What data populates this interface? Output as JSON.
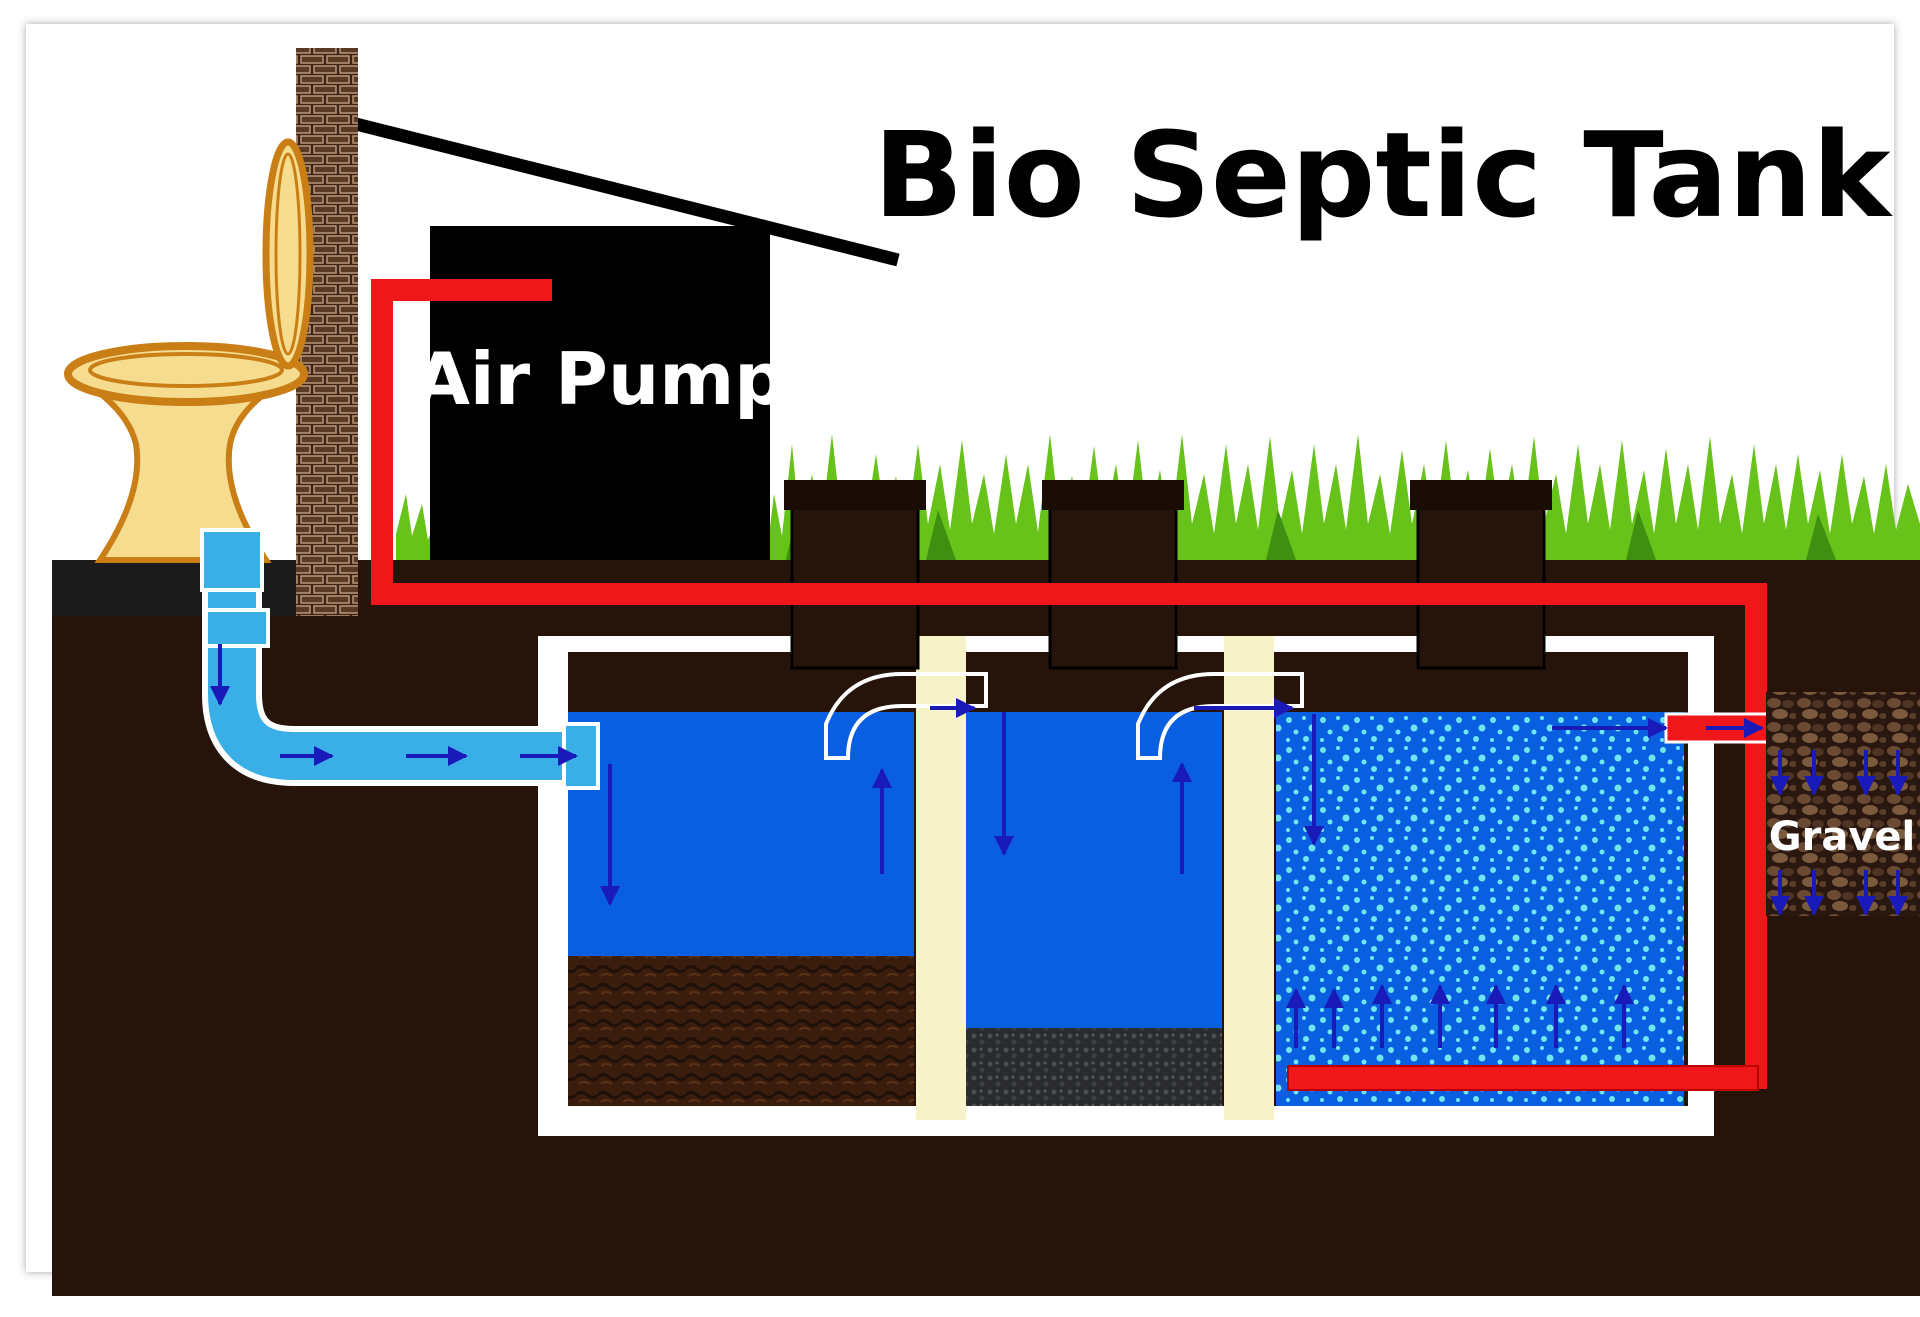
{
  "diagram": {
    "title": "Bio Septic Tank",
    "labels": {
      "air_pump": "Air Pump",
      "gravel": "Gravel"
    },
    "colors": {
      "soil": "#26140a",
      "water": "#0a5ee0",
      "inlet_pipe": "#3aaee6",
      "air_line": "#f0171b",
      "grass": "#67c21a",
      "baffle": "#f7f3c8",
      "toilet": "#f6dc8e",
      "arrow": "#1a1ab8",
      "bubble": "#6fe6f2"
    }
  }
}
